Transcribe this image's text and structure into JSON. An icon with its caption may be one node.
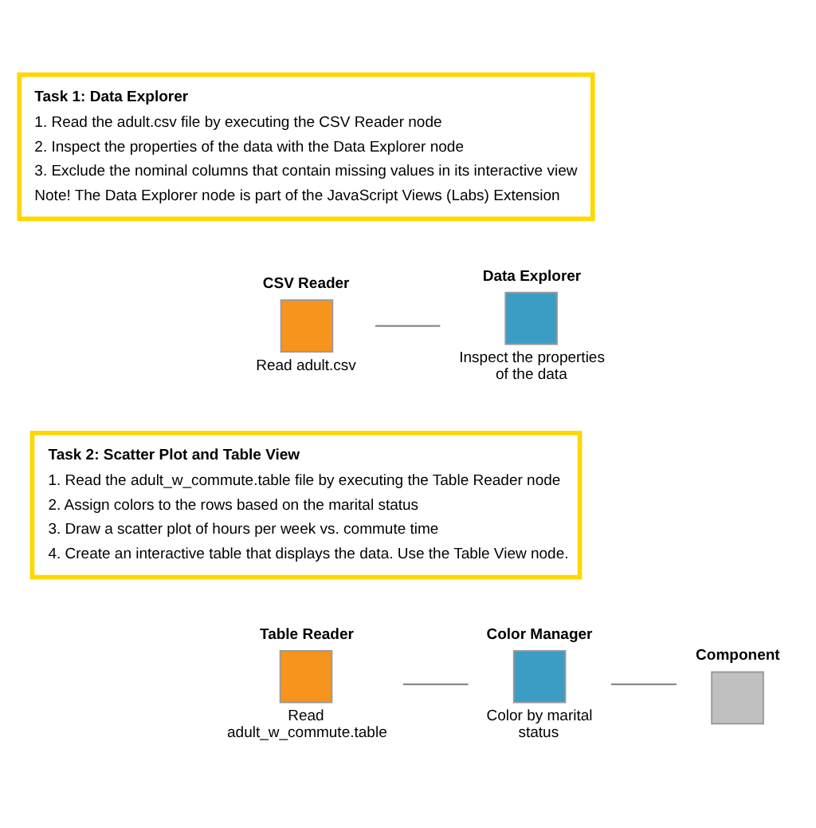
{
  "diagram": {
    "nodes": [
      {
        "text": [
          "Task 1: Data Explorer",
          "1. Read the adult.csv file by executing the CSV Reader node",
          "2. Inspect the properties of the data with the Data Explorer node",
          "3. Exclude the nominal columns that contain missing values in its interactive view",
          "Note! The Data Explorer node is part of the JavaScript Views (Labs) Extension"
        ]
      },
      {
        "text": [
          "CSV Reader",
          "Read adult.csv"
        ]
      },
      {
        "text": [
          "Data Explorer",
          "Inspect the properties of the data"
        ]
      },
      {
        "text": [
          "Task 2: Scatter Plot and Table View",
          "1. Read the adult_w_commute.table file by executing the Table Reader node",
          "2. Assign colors to the rows based on the marital status",
          "3. Draw a scatter plot of hours per week vs. commute time",
          "4. Create an interactive table that displays the data. Use the Table View node."
        ]
      },
      {
        "text": [
          "Table Reader",
          "Read adult_w_commute.table"
        ]
      },
      {
        "text": [
          "Color Manager",
          "Color by marital status"
        ]
      },
      {
        "text": [
          "Component"
        ]
      }
    ],
    "edges": [
      {
        "from": 1,
        "to": 2,
        "arrow": "none"
      },
      {
        "from": 4,
        "to": 5,
        "arrow": "none"
      },
      {
        "from": 5,
        "to": 6,
        "arrow": "none"
      }
    ]
  }
}
